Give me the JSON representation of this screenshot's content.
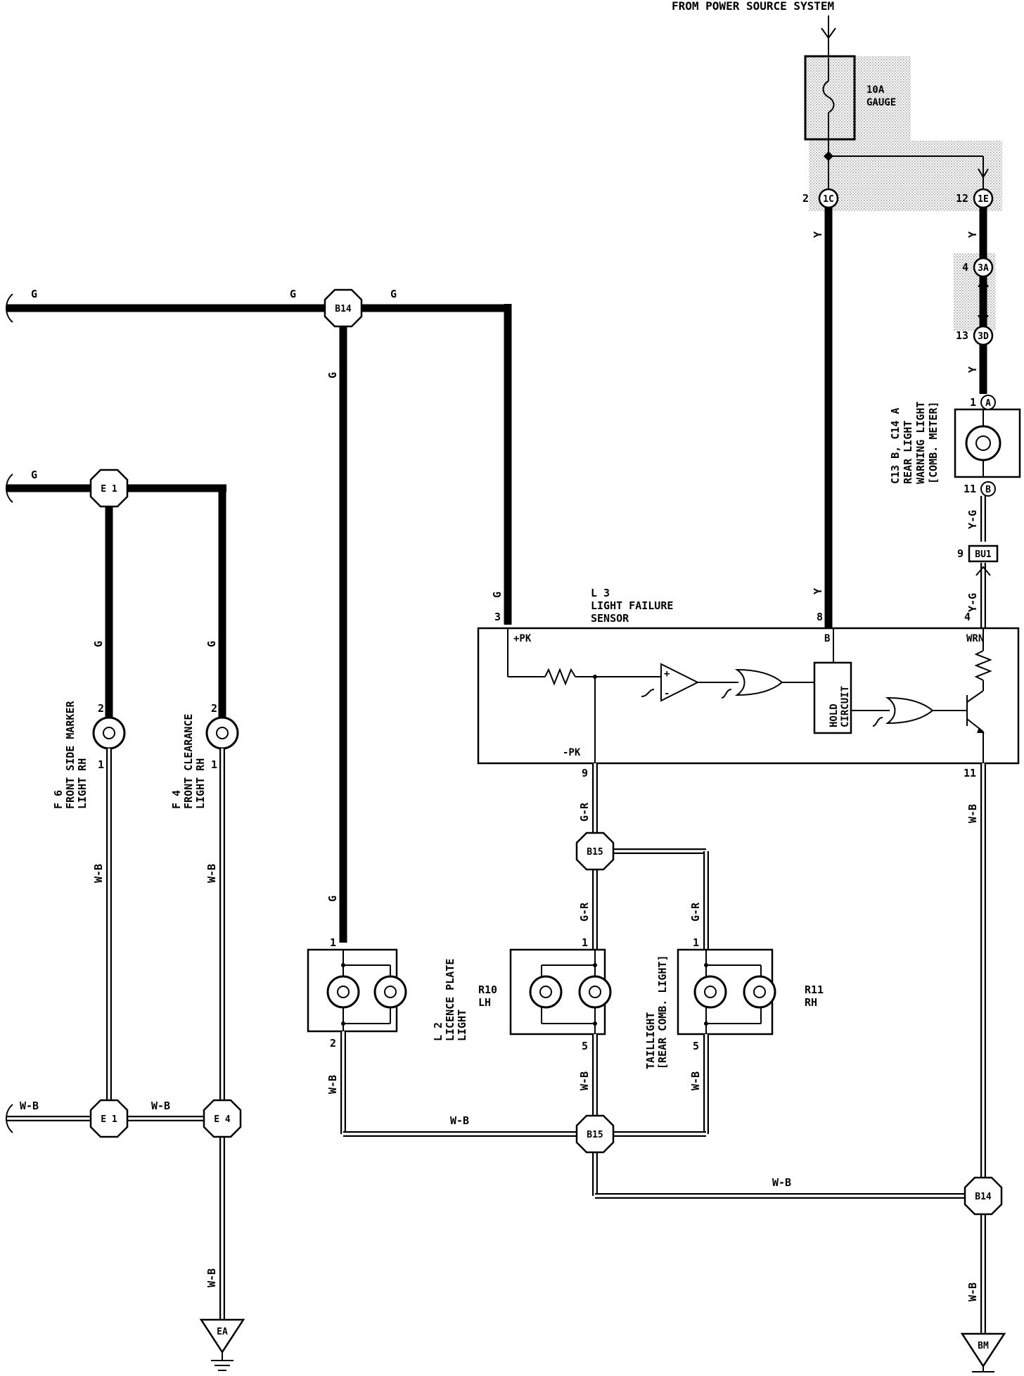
{
  "header": {
    "power_source": "FROM POWER SOURCE SYSTEM"
  },
  "fuse": {
    "rating": "10A",
    "name": "GAUGE"
  },
  "wire_colors": {
    "g": "G",
    "y": "Y",
    "wb": "W-B",
    "gr": "G-R",
    "yg": "Y-G"
  },
  "connectors": {
    "b14": "B14",
    "b15": "B15",
    "e1": "E 1",
    "e4": "E 4",
    "j1c": "1C",
    "j1e": "1E",
    "j3a": "3A",
    "j3d": "3D",
    "bu1": "BU1",
    "ea": "EA",
    "bm": "BM"
  },
  "pins": {
    "p1": "1",
    "p2": "2",
    "p3": "3",
    "p4": "4",
    "p5": "5",
    "p8": "8",
    "p9": "9",
    "p11": "11",
    "p12": "12",
    "p13": "13",
    "pa": "A",
    "pb": "B"
  },
  "sensor": {
    "id": "L 3",
    "name_line1": "LIGHT FAILURE",
    "name_line2": "SENSOR",
    "pin_pk_plus": "+PK",
    "pin_pk_minus": "-PK",
    "pin_b": "B",
    "pin_wrn": "WRN",
    "hold_line1": "HOLD",
    "hold_line2": "CIRCUIT"
  },
  "meter": {
    "ids": "C13 B, C14 A",
    "line1": "REAR LIGHT",
    "line2": "WARNING LIGHT",
    "line3": "[COMB. METER]"
  },
  "components": {
    "f6_id": "F 6",
    "f6_line1": "FRONT SIDE MARKER",
    "f6_line2": "LIGHT RH",
    "f4_id": "F 4",
    "f4_line1": "FRONT CLEARANCE",
    "f4_line2": "LIGHT RH",
    "l2_id": "L 2",
    "l2_line1": "LICENCE PLATE",
    "l2_line2": "LIGHT",
    "r10_id": "R10",
    "r10_side": "LH",
    "r11_id": "R11",
    "r11_side": "RH",
    "tail_line1": "TAILLIGHT",
    "tail_line2": "[REAR COMB. LIGHT]"
  }
}
